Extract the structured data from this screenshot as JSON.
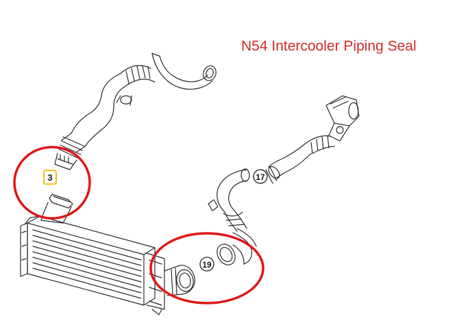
{
  "title": "N54 Intercooler Piping Seal",
  "callouts": [
    {
      "id": "callout-3",
      "label": "3"
    },
    {
      "id": "callout-17",
      "label": "17"
    },
    {
      "id": "callout-19",
      "label": "19"
    }
  ],
  "colors": {
    "title": "#d42a2a",
    "highlight_ring": "#e01515",
    "callout_box": "#f0c419",
    "line_art": "#2a2a2a"
  }
}
